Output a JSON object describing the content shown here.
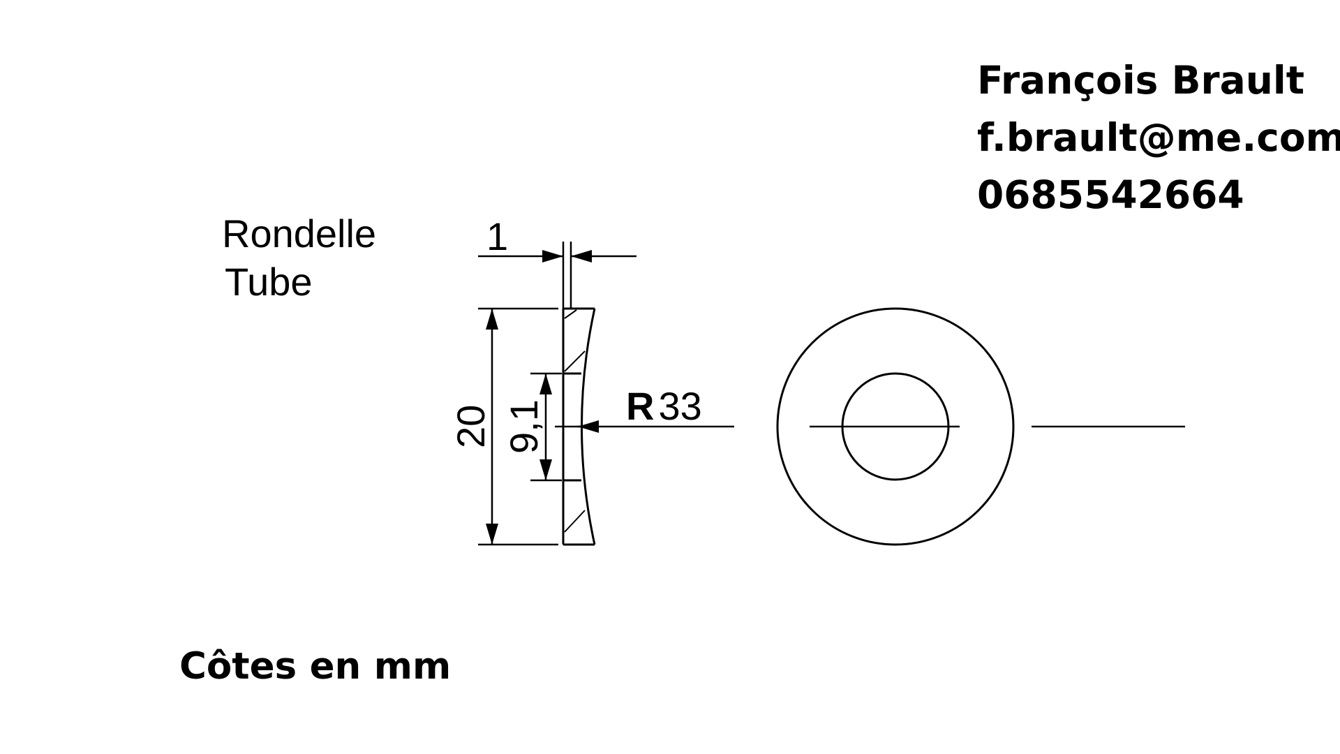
{
  "part": {
    "name_line1": "Rondelle",
    "name_line2": "Tube"
  },
  "contact": {
    "name": "François Brault",
    "email": "f.brault@me.com",
    "phone": "0685542664"
  },
  "units_note": "Côtes en mm",
  "dimensions": {
    "thickness": "1",
    "outer_height": "20",
    "inner_height": "9,1",
    "radius_prefix": "R",
    "radius_value": "33"
  },
  "colors": {
    "line": "#000000",
    "background": "#ffffff"
  }
}
